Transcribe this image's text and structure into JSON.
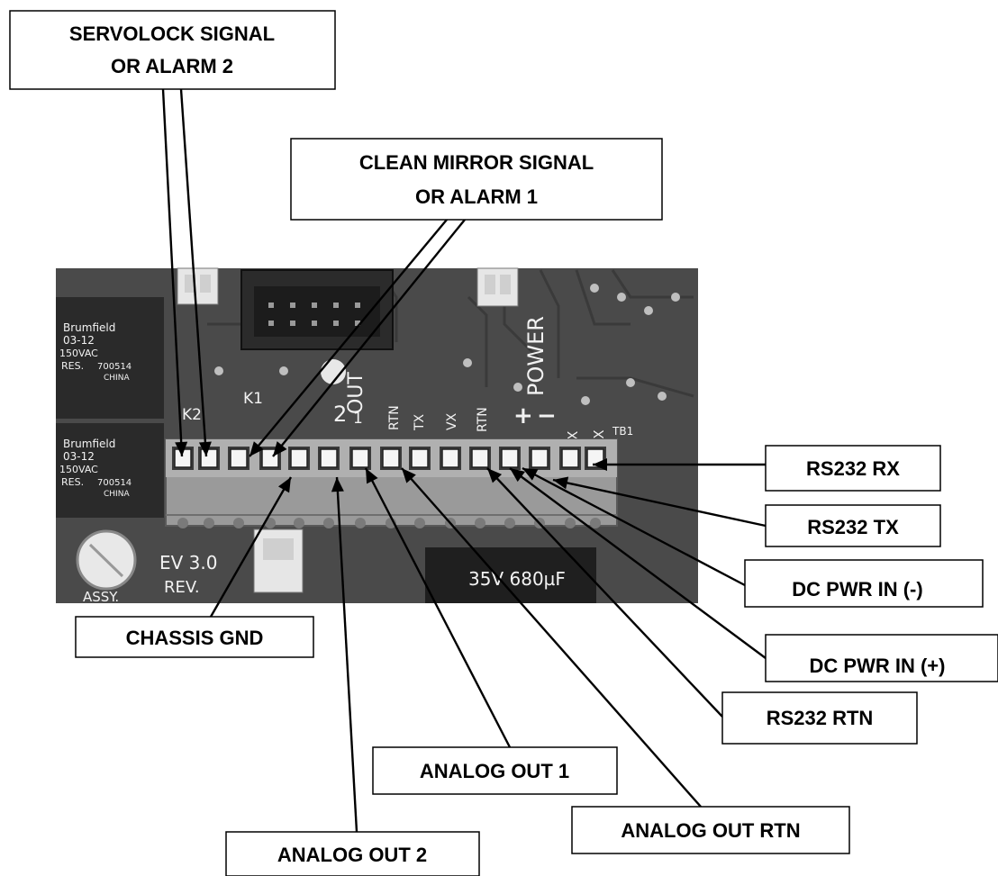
{
  "colors": {
    "board": "#4a4a4a",
    "terminal_block": "#9a9a9a",
    "terminal_hole": "#f5f5f5",
    "ink": "#000000",
    "box_fill": "#ffffff"
  },
  "silkscreen": {
    "k2": "K2",
    "k1": "K1",
    "pin_labels": [
      "2",
      "1",
      "RTN",
      "TX",
      "VX",
      "RTN"
    ],
    "out": "OUT",
    "power": "POWER",
    "plus": "+",
    "minus": "−",
    "tx": "TX",
    "rx": "RX",
    "tb1": "TB1",
    "relay_brand": "Brumfield",
    "relay_model": "03-12",
    "relay_rating": "150VAC",
    "relay_res": "RES.",
    "relay_code": "700514",
    "relay_origin": "CHINA",
    "rev": "REV.",
    "ev": "EV 3.0",
    "assy": "ASSY.",
    "cap": "35V 680µF"
  },
  "callouts": {
    "servolock": {
      "line1": "SERVOLOCK SIGNAL",
      "line2": "OR ALARM 2"
    },
    "clean_mirror": {
      "line1": "CLEAN MIRROR SIGNAL",
      "line2": "OR ALARM 1"
    },
    "chassis_gnd": "CHASSIS GND",
    "analog_out_2": "ANALOG OUT 2",
    "analog_out_1": "ANALOG OUT 1",
    "analog_out_rtn": "ANALOG OUT RTN",
    "rs232_rtn": "RS232 RTN",
    "dc_pwr_in_plus": "DC PWR IN (+)",
    "dc_pwr_in_minus": "DC PWR IN (-)",
    "rs232_tx": "RS232 TX",
    "rs232_rx": "RS232 RX"
  }
}
